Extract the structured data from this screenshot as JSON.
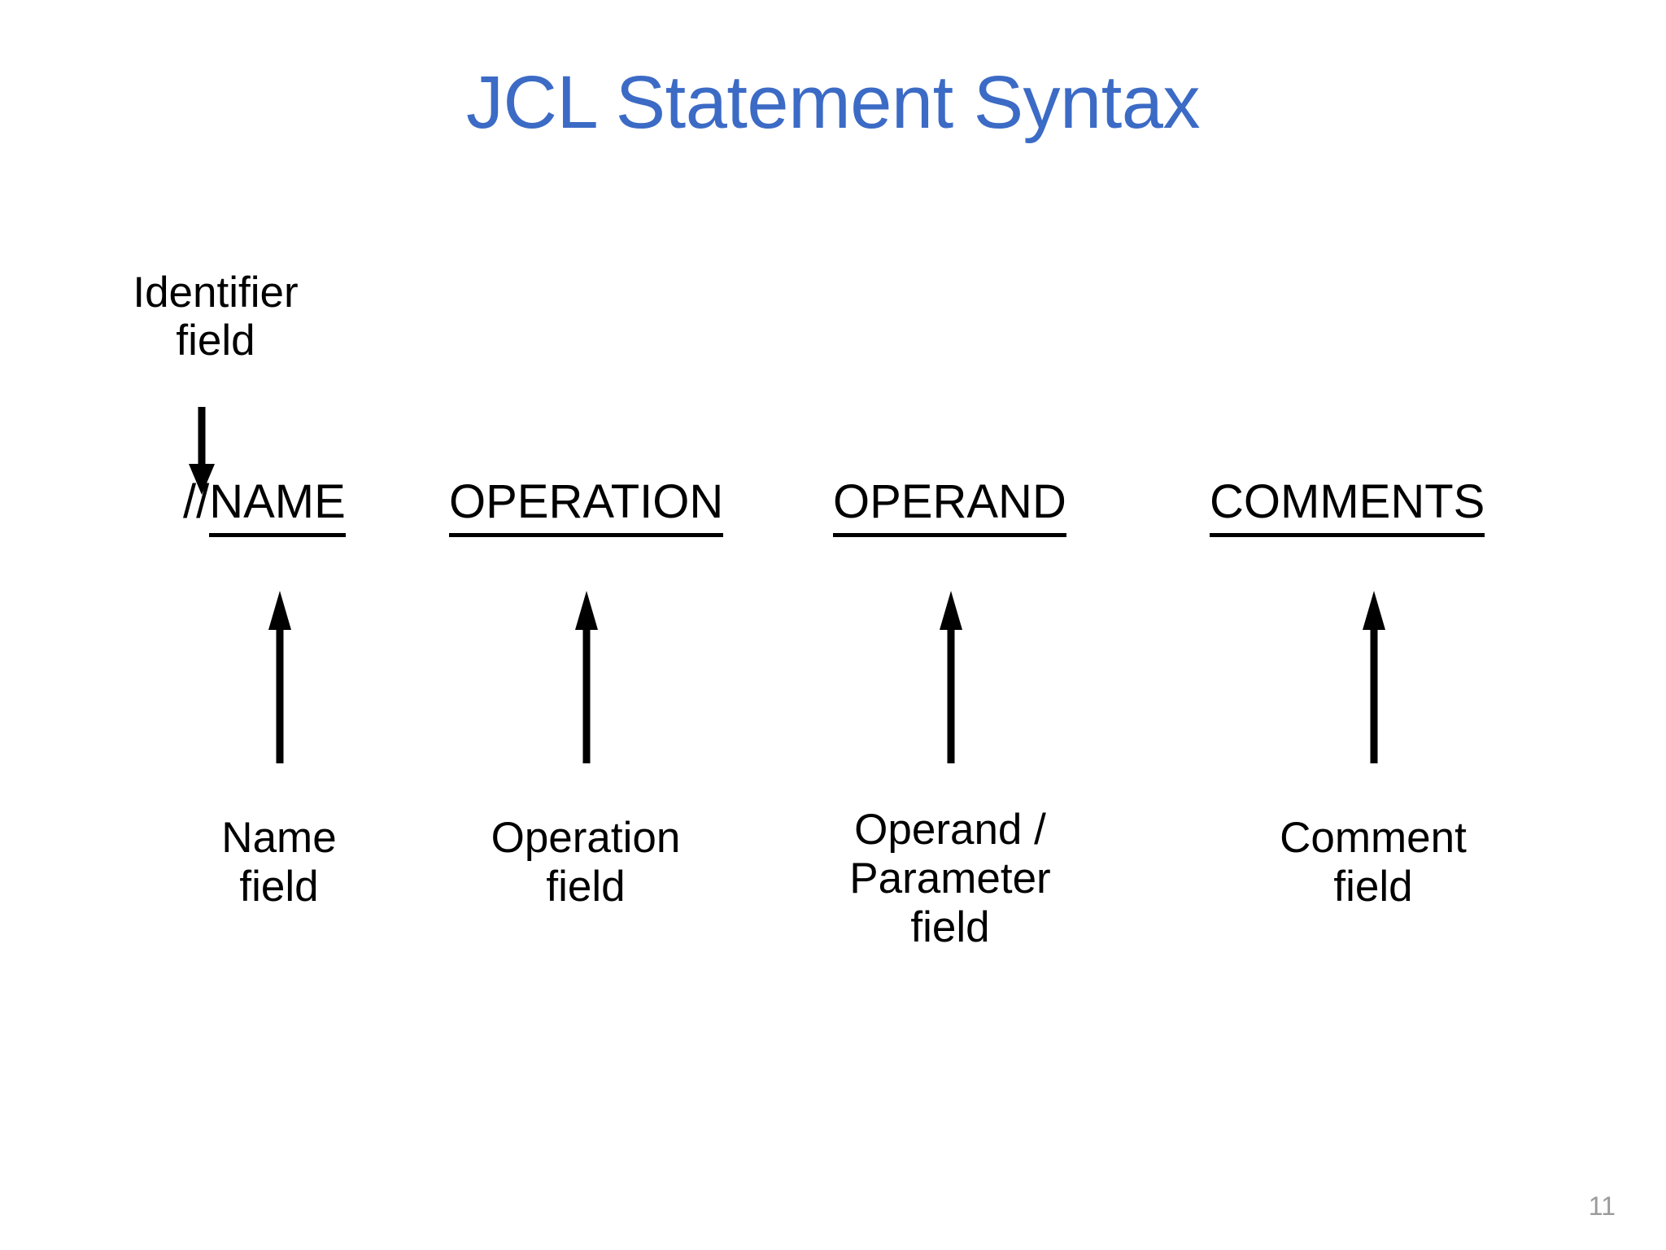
{
  "slide": {
    "title": "JCL Statement Syntax",
    "page_number": "11",
    "title_color": "#3C6BC6",
    "text_color": "#000000",
    "page_number_color": "#9A9A9A",
    "background_color": "#FFFFFF"
  },
  "identifier": {
    "caption": "Identifier\nfield",
    "arrow_direction": "down"
  },
  "columns": [
    {
      "id": "name",
      "header_prefix": "//",
      "header_underlined": "NAME",
      "header_full": "//NAME",
      "caption": "Name\nfield",
      "arrow_direction": "up"
    },
    {
      "id": "operation",
      "header_prefix": "",
      "header_underlined": "OPERATION",
      "header_full": "OPERATION",
      "caption": "Operation\nfield",
      "arrow_direction": "up"
    },
    {
      "id": "operand",
      "header_prefix": "",
      "header_underlined": "OPERAND",
      "header_full": "OPERAND",
      "caption": "Operand /\nParameter\nfield",
      "arrow_direction": "up"
    },
    {
      "id": "comments",
      "header_prefix": "",
      "header_underlined": "COMMENTS",
      "header_full": "COMMENTS",
      "caption": "Comment\nfield",
      "arrow_direction": "up"
    }
  ]
}
